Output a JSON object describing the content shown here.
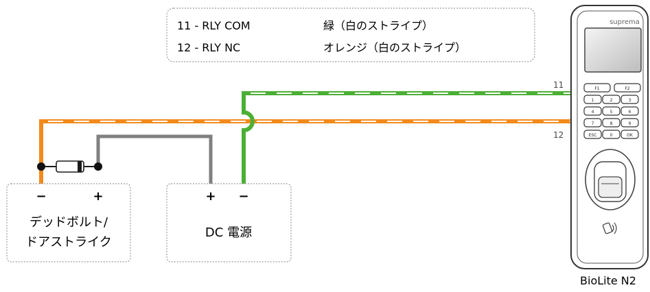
{
  "legend": {
    "rows": [
      {
        "code": "11 - RLY COM",
        "color_desc": "緑（白のストライプ）"
      },
      {
        "code": "12 - RLY NC",
        "color_desc": "オレンジ（白のストライプ）"
      }
    ]
  },
  "wires": {
    "label_11": "11",
    "label_12": "12",
    "colors": {
      "green": "#4caf35",
      "orange": "#f28a1c",
      "gray": "#808080",
      "stripe": "#ffffff"
    }
  },
  "lock_box": {
    "minus": "−",
    "plus": "+",
    "label_line1": "デッドボルト/",
    "label_line2": "ドアストライク"
  },
  "power_box": {
    "plus": "+",
    "minus": "−",
    "label": "DC 電源"
  },
  "device": {
    "brand": "suprema",
    "name": "BioLite N2",
    "keys": [
      "F1",
      "F2",
      "1",
      "2",
      "3",
      "4",
      "5",
      "6",
      "7",
      "8",
      "9",
      "ESC",
      "0",
      "OK"
    ]
  }
}
